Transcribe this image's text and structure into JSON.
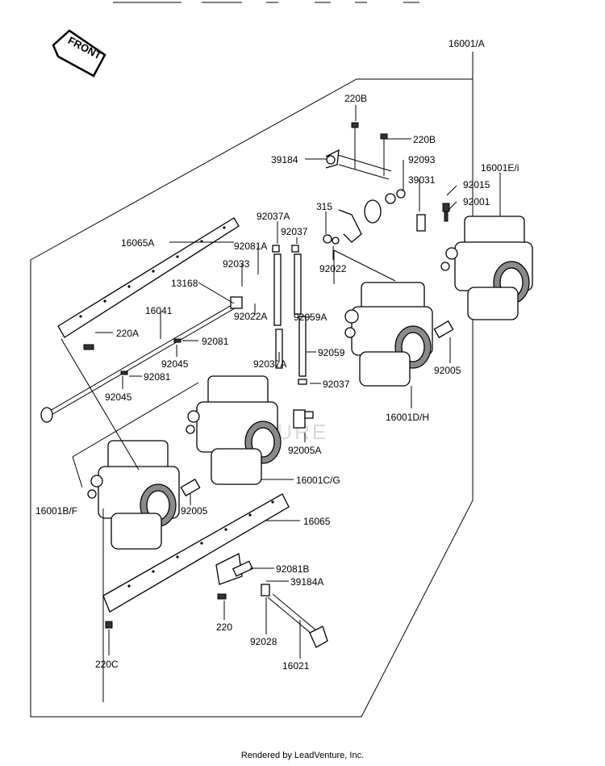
{
  "front_tag": "FRONT",
  "watermark": "VENTURE",
  "footer": "Rendered by LeadVenture, Inc.",
  "parts": {
    "p16001_A": "16001/A",
    "p220B_1": "220B",
    "p220B_2": "220B",
    "p39184": "39184",
    "p92093": "92093",
    "p16001E_i": "16001E/i",
    "p39031": "39031",
    "p92015": "92015",
    "p92001": "92001",
    "p315": "315",
    "p92022": "92022",
    "p92037A_top": "92037A",
    "p92037_top": "92037",
    "p16065A": "16065A",
    "p92081A": "92081A",
    "p92033": "92033",
    "p13168": "13168",
    "p92022A": "92022A",
    "p92059A": "92059A",
    "p16041": "16041",
    "p220A": "220A",
    "p92081_1": "92081",
    "p92045_1": "92045",
    "p92037A_bot": "92037A",
    "p92059": "92059",
    "p92005_right": "92005",
    "p92081_2": "92081",
    "p92037_bot": "92037",
    "p92045_2": "92045",
    "p16001D_H": "16001D/H",
    "p92005A": "92005A",
    "p16001C_G": "16001C/G",
    "p16001B_F": "16001B/F",
    "p92005_left": "92005",
    "p16065": "16065",
    "p92081B": "92081B",
    "p39184A": "39184A",
    "p220": "220",
    "p92028": "92028",
    "p16021": "16021",
    "p220C": "220C"
  }
}
